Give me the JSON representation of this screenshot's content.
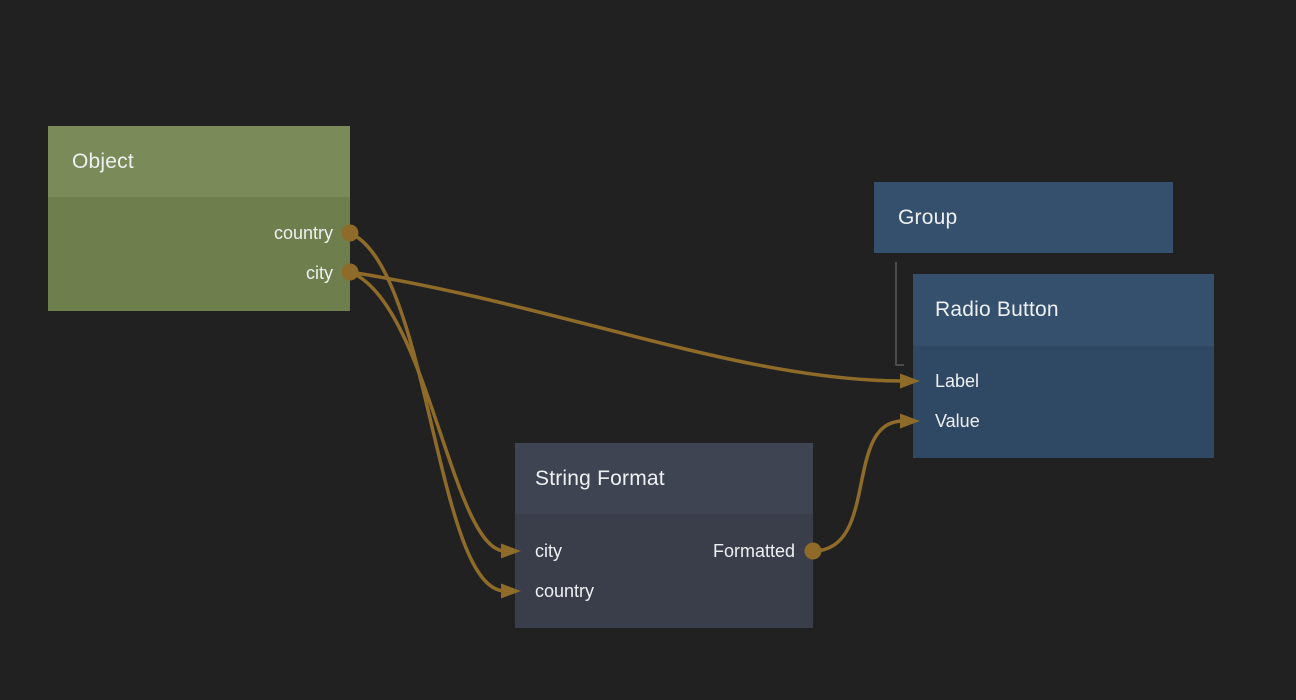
{
  "canvas": {
    "background": "#212122",
    "wire_color": "#8e6b28",
    "group_connector_color": "#5a5a5a",
    "text_color": "#eef0f2"
  },
  "nodes": {
    "object": {
      "title": "Object",
      "colors": {
        "header": "#7a8a58",
        "body": "#6f7e4d"
      },
      "outputs": [
        {
          "label": "country"
        },
        {
          "label": "city"
        }
      ]
    },
    "group": {
      "title": "Group",
      "colors": {
        "header": "#34506c"
      }
    },
    "radio_button": {
      "title": "Radio Button",
      "colors": {
        "header": "#34506c",
        "body": "#2f4864"
      },
      "inputs": [
        {
          "label": "Label"
        },
        {
          "label": "Value"
        }
      ]
    },
    "string_format": {
      "title": "String Format",
      "colors": {
        "header": "#3f4452",
        "body": "#3a3e4b"
      },
      "inputs": [
        {
          "label": "city"
        },
        {
          "label": "country"
        }
      ],
      "outputs": [
        {
          "label": "Formatted"
        }
      ]
    }
  },
  "connections": [
    {
      "from": "Object.city",
      "to": "Radio Button.Label",
      "type": "wire"
    },
    {
      "from": "Object.country",
      "to": "String Format.country",
      "type": "wire"
    },
    {
      "from": "Object.city",
      "to": "String Format.city",
      "type": "wire"
    },
    {
      "from": "String Format.Formatted",
      "to": "Radio Button.Value",
      "type": "wire"
    },
    {
      "from": "Group",
      "to": "Radio Button",
      "type": "parent-child"
    }
  ]
}
